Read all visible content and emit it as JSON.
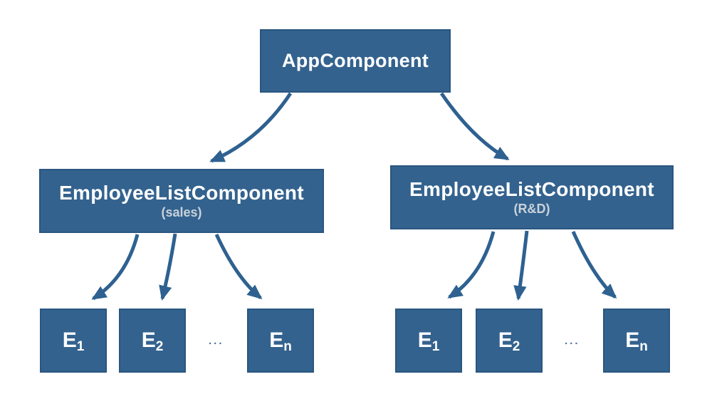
{
  "diagram": {
    "root": {
      "label": "AppComponent"
    },
    "groups": [
      {
        "title": "EmployeeListComponent",
        "subtitle": "(sales)",
        "leaves": [
          {
            "base": "E",
            "sub": "1"
          },
          {
            "base": "E",
            "sub": "2"
          },
          {
            "base": "E",
            "sub": "n"
          }
        ],
        "ellipsis": "..."
      },
      {
        "title": "EmployeeListComponent",
        "subtitle": "(R&D)",
        "leaves": [
          {
            "base": "E",
            "sub": "1"
          },
          {
            "base": "E",
            "sub": "2"
          },
          {
            "base": "E",
            "sub": "n"
          }
        ],
        "ellipsis": "..."
      }
    ],
    "colors": {
      "node_fill": "#33628e",
      "node_border": "#2a5680",
      "arrow": "#2e6190",
      "title_text": "#ffffff",
      "subtitle_text": "#c9d2da",
      "ellipsis_text": "#4a72a2",
      "background": "#ffffff"
    }
  }
}
